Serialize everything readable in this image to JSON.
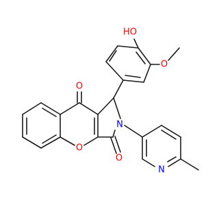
{
  "molecule": {
    "atom_labels": {
      "hydroxyl": "HO",
      "methoxy_oxygen": "O",
      "ketone_oxygen_upper": "O",
      "ketone_oxygen_lower": "O",
      "ring_oxygen": "O",
      "ring_nitrogen": "N",
      "pyridine_nitrogen": "N"
    },
    "colors": {
      "oxygen": "#ff0000",
      "nitrogen": "#0000ff",
      "bond": "#1a1a1a",
      "background": "#ffffff"
    }
  }
}
